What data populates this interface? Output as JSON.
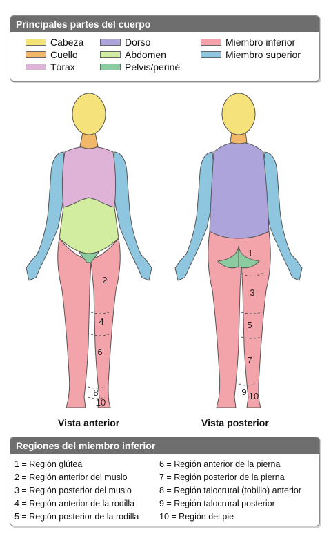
{
  "legend": {
    "title": "Principales partes del cuerpo",
    "items": [
      {
        "label": "Cabeza",
        "color": "#f5e27a"
      },
      {
        "label": "Cuello",
        "color": "#f2b86a"
      },
      {
        "label": "Tórax",
        "color": "#dfb2d8"
      },
      {
        "label": "Dorso",
        "color": "#aea4dc"
      },
      {
        "label": "Abdomen",
        "color": "#d2eca0"
      },
      {
        "label": "Pelvis/periné",
        "color": "#8ccaa0"
      },
      {
        "label": "Miembro inferior",
        "color": "#f3a3aa"
      },
      {
        "label": "Miembro superior",
        "color": "#8ec6e0"
      }
    ]
  },
  "figure": {
    "anterior_caption": "Vista anterior",
    "posterior_caption": "Vista posterior",
    "anterior_numbers": [
      "2",
      "4",
      "6",
      "8",
      "10"
    ],
    "posterior_numbers": [
      "1",
      "3",
      "5",
      "7",
      "9",
      "10"
    ]
  },
  "regions": {
    "title": "Regiones del miembro inferior",
    "items": [
      "1 = Región glútea",
      "2 = Región anterior del muslo",
      "3 = Región posterior del muslo",
      "4 = Región anterior de la rodilla",
      "5 = Región posterior de la rodilla",
      "6 = Región anterior de la pierna",
      "7 = Región posterior de la pierna",
      "8 = Región talocrural (tobillo) anterior",
      "9 = Región talocrural posterior",
      "10 = Región del pie"
    ]
  }
}
